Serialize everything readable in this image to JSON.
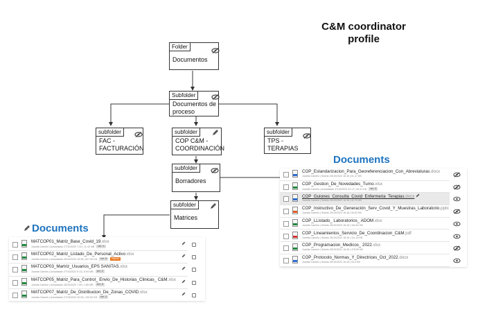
{
  "title": {
    "line1": "C&M coordinator",
    "line2": "profile"
  },
  "colors": {
    "link_blue": "#1e73be",
    "line": "#333333",
    "highlight_row": "#e9e9e9",
    "tag_orange": "#e87722"
  },
  "diagram": {
    "folder_root": {
      "tab": "Folder",
      "label": "Documentos",
      "icon": "eye-slash-icon"
    },
    "sub_proceso": {
      "tab": "Subfolder",
      "label": "Documentos de\nproceso",
      "icon": "eye-slash-icon"
    },
    "sub_fac": {
      "tab": "subfolder",
      "label": "FAC -\nFACTURACIÓN",
      "icon": "eye-slash-icon"
    },
    "sub_cop": {
      "tab": "subfolder",
      "label": "COP C&M -\nCOORDINACIÓN",
      "icon": "pencil-icon"
    },
    "sub_tps": {
      "tab": "subfolder",
      "label": "TPS -\nTERAPIAS",
      "icon": "eye-slash-icon"
    },
    "sub_borradores": {
      "tab": "subfolder",
      "label": "Borradores",
      "icon": "eye-slash-icon"
    },
    "sub_matrices": {
      "tab": "subfolder",
      "label": "Matrices",
      "icon": "pencil-icon"
    }
  },
  "right_panel": {
    "heading": "Documents",
    "rows": [
      {
        "name": "COP_Estandarizacion_Para_Georeferenciacion_Con_Abreviaturas",
        "ext": ".docx",
        "meta": "Juanita Camelo | Subido 26/10/2022 16:16 | 81.17 KB",
        "ver": "",
        "band": "#2b6cd4",
        "icon": "eye-slash-icon",
        "highlight": false,
        "edit": false
      },
      {
        "name": "COP_Gestion_De_Novedades_Turno",
        "ext": ".xlsx",
        "meta": "Juanita Camelo | Actualizado 27/10/2022 22:17 | 94.41 KB",
        "ver": "ver. 4",
        "band": "#1e8a3c",
        "icon": "eye-slash-icon",
        "highlight": false,
        "edit": false
      },
      {
        "name": "COP_Guiones_Consulta_Covid_Enfermeria_Terapias",
        "ext": ".docx",
        "meta": "Juanita Camelo | Subido 26/10/2022 16:16 | 43.76 KB",
        "ver": "",
        "band": "#2b6cd4",
        "icon": "eye-icon",
        "highlight": true,
        "edit": true
      },
      {
        "name": "COP_Instructivo_De_Generación_Serv_Covid_Y_Muestras_Laboratorio",
        "ext": ".pptx",
        "meta": "Juanita Camelo | Subido 26/10/2022 16:16 | 90.83 KB",
        "ver": "",
        "band": "#e05a1e",
        "icon": "eye-slash-icon",
        "highlight": false,
        "edit": false
      },
      {
        "name": "COP_LListado_ Laboratorios_ ADOM",
        "ext": ".xlsx",
        "meta": "Juanita Camelo | Subido 26/10/2022 16:16 | 164.81 KB",
        "ver": "",
        "band": "#1e8a3c",
        "icon": "eye-icon",
        "highlight": false,
        "edit": false
      },
      {
        "name": "COP_Lineamientos_Servicio_De_Coordinacion_C&M",
        "ext": ".pdf",
        "meta": "Juanita Camelo | Subido 26/10/2022 16:16 | 111.18 KB",
        "ver": "",
        "band": "#d32f2f",
        "icon": "eye-icon",
        "highlight": false,
        "edit": false
      },
      {
        "name": "COP_Programacion_Medicos_ 2022",
        "ext": ".xlsx",
        "meta": "Juanita Camelo | Subido 26/10/2022 16:45 | 478.99 KB",
        "ver": "",
        "band": "#1e8a3c",
        "icon": "eye-slash-icon",
        "highlight": false,
        "edit": false
      },
      {
        "name": "COP_Protocolo_Normas_Y_Directrices_Oct_2022",
        "ext": ".docx",
        "meta": "Juanita Camelo | Subido 26/10/2022 16:16 | 43.0 KB",
        "ver": "",
        "band": "#2b6cd4",
        "icon": "eye-icon",
        "highlight": false,
        "edit": false
      }
    ]
  },
  "left_panel": {
    "heading": "Documents",
    "rows": [
      {
        "name": "MATCOP01_Matriz_Base_Covid_19",
        "ext": ".xlsx",
        "meta": "Juanita Camelo | Actualizado 27/10/2022 7:32 | 11.42 MB",
        "ver": "ver. 4",
        "tag": "",
        "band": "#1e8a3c"
      },
      {
        "name": "MATCOP02_Matriz_Listado_De_Personal_Activo",
        "ext": ".xlsx",
        "meta": "Juanita Camelo | Actualizado 28/10/2022 15:36 | 627.05 KB",
        "ver": "ver. 6",
        "tag": "Nuevo",
        "band": "#1e8a3c"
      },
      {
        "name": "MATCOP03_Martriz_Usuarios_EPS SANITAS",
        "ext": ".xlsx",
        "meta": "Juanita Camelo | Actualizado 27/10/2022 9:13 | 6.94 MB",
        "ver": "ver. 2",
        "tag": "",
        "band": "#1e8a3c"
      },
      {
        "name": "MATCOP05_Matriz_Para_Control_ Envio_De_Historias_Clinicas_ C&M",
        "ext": ".xlsx",
        "meta": "Juanita Camelo | Actualizado 28/10/2022 7:49 | 1.85 MB",
        "ver": "ver. 5",
        "tag": "",
        "band": "#1e8a3c"
      },
      {
        "name": "MATCOP07_Matriz_De_Distribucion_De_Zonas_COVID",
        "ext": ".xlsx",
        "meta": "Juanita Camelo | Actualizado 27/10/2022 20:35 | 139.63 KB",
        "ver": "ver. 2",
        "tag": "",
        "band": "#1e8a3c"
      }
    ]
  }
}
